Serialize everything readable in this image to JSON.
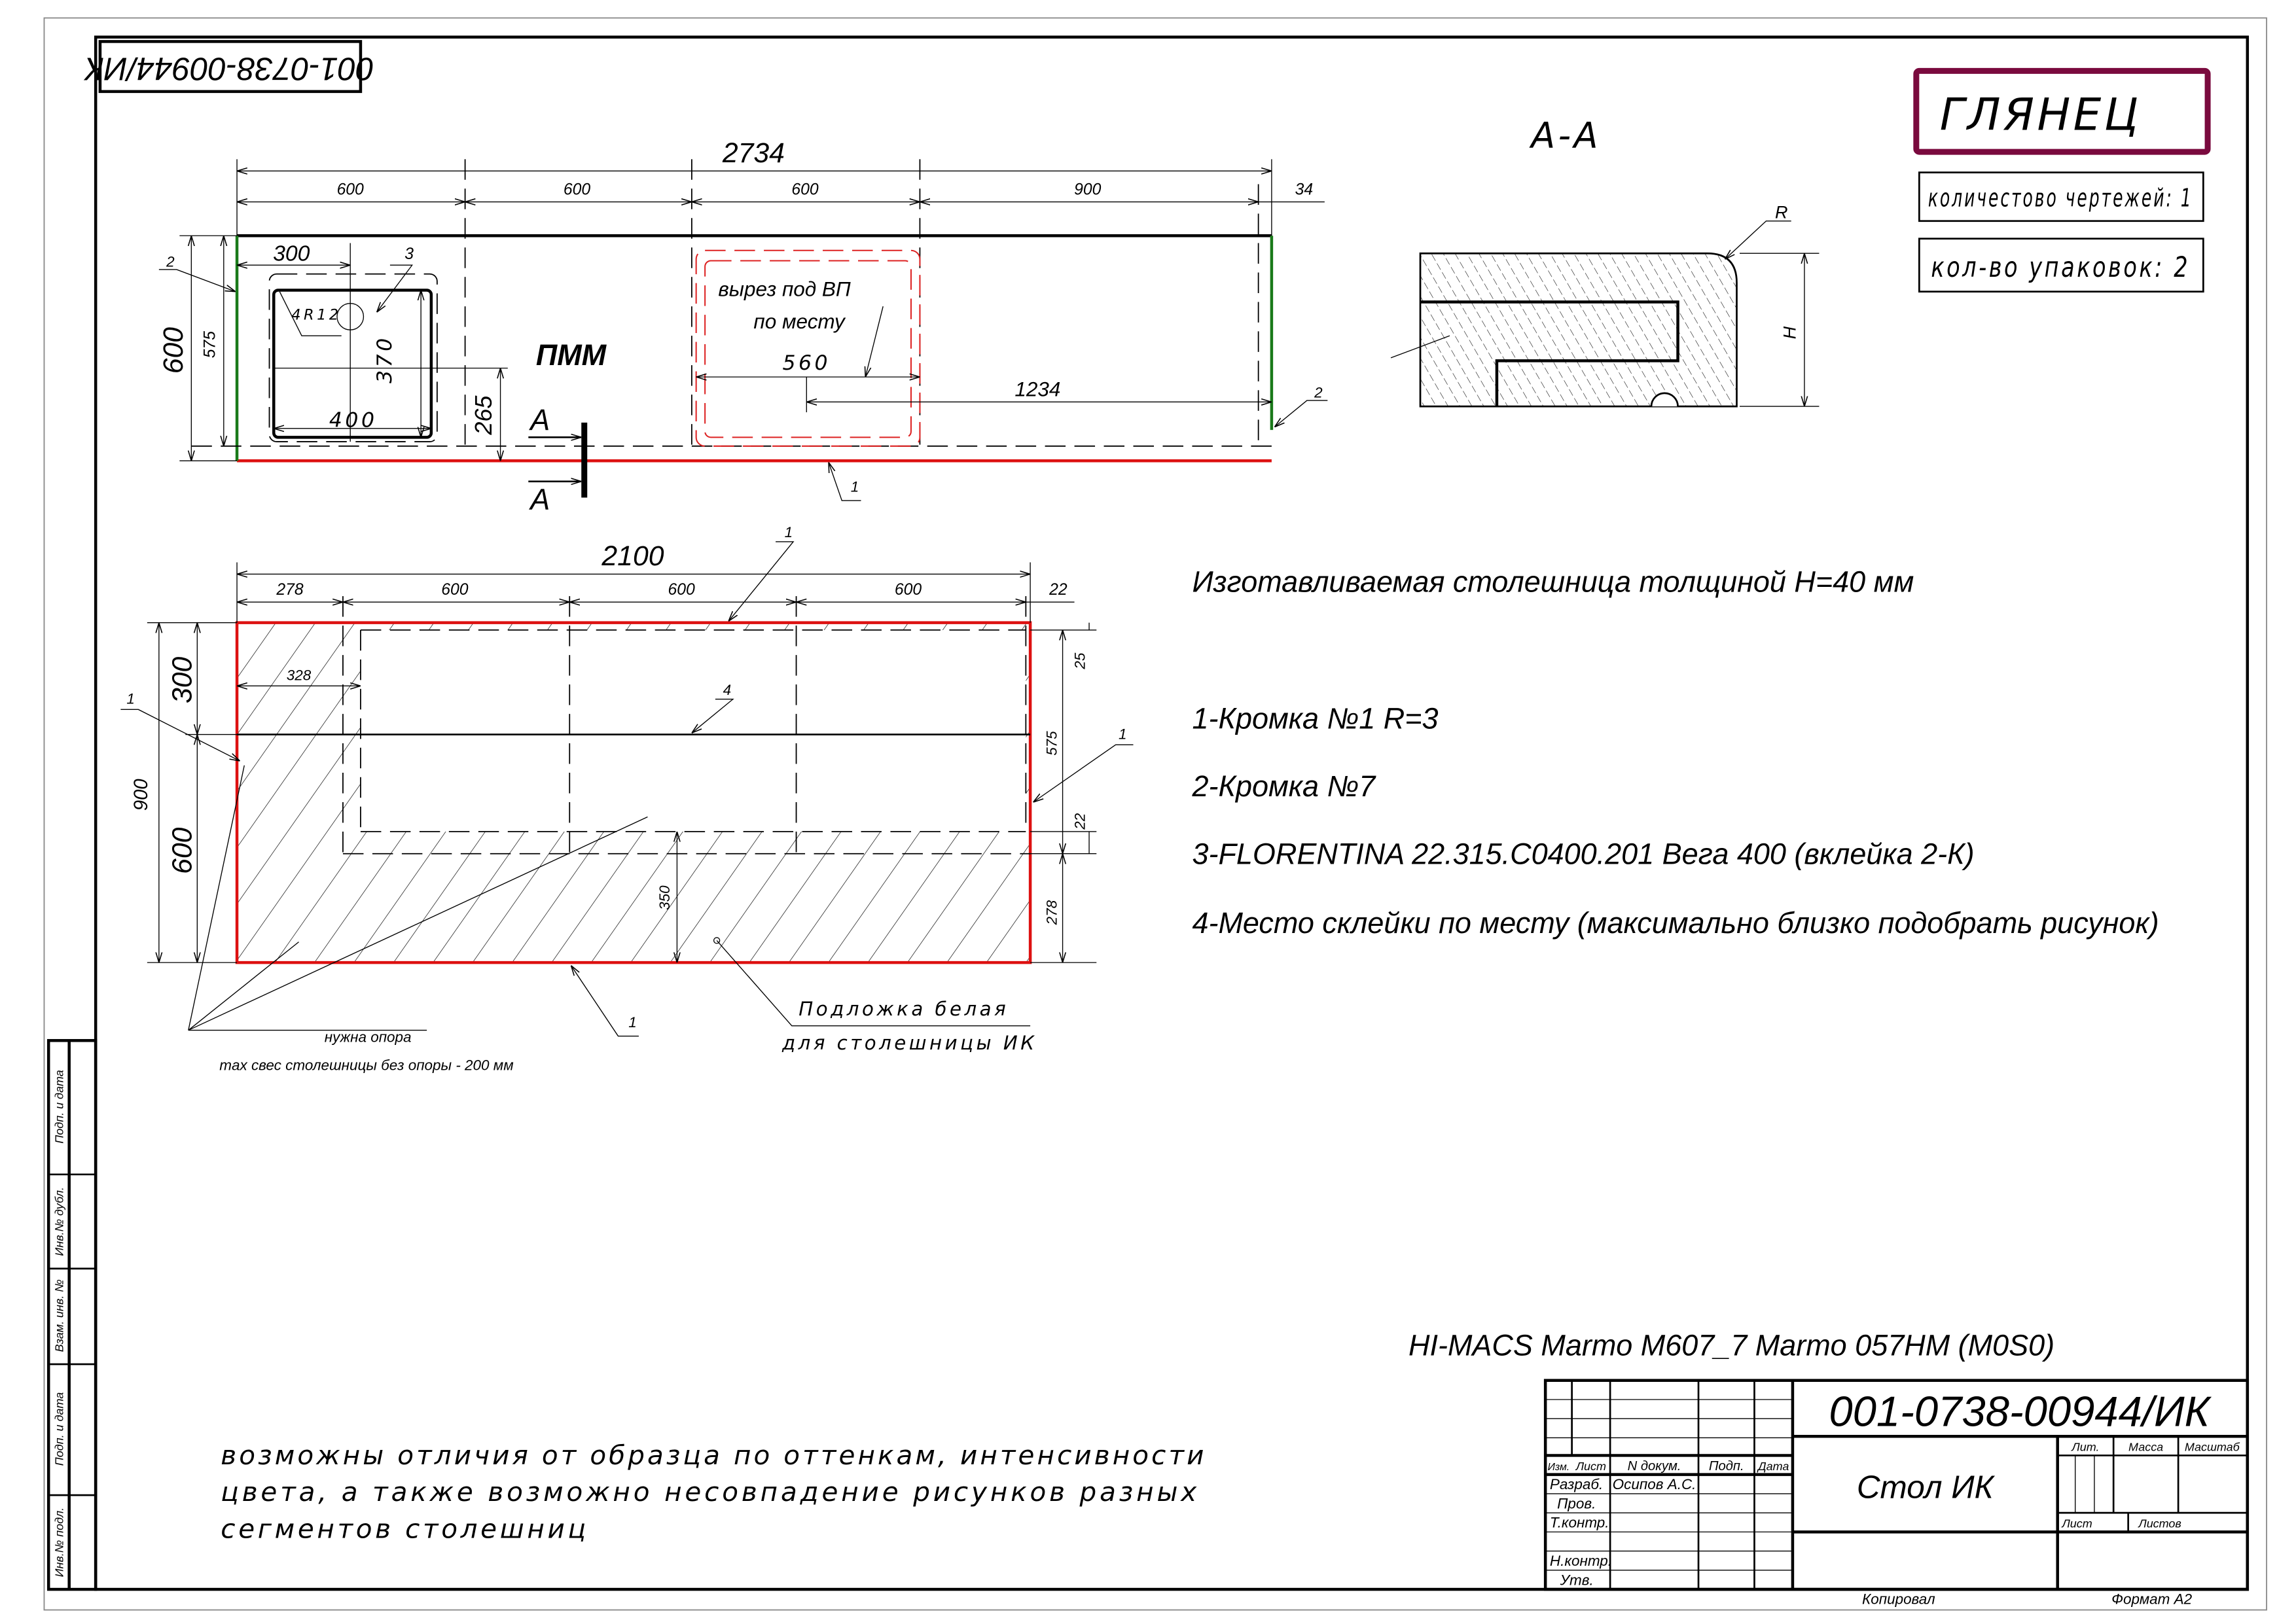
{
  "stamp_code": "001-0738-00944/ИК",
  "finish_label": "ГЛЯНЕЦ",
  "drawings_count": "количестово чертежей: 1",
  "packages_count": "кол-во упаковок: 2",
  "colors": {
    "finish_border": "#7a0a3e",
    "edge_green": "#1a7a1a",
    "edge_red": "#dd1111"
  },
  "section": {
    "label": "А-А",
    "radius": "R",
    "height": "H"
  },
  "top_plan": {
    "overall": "2734",
    "segments": [
      "600",
      "600",
      "600",
      "900",
      "34"
    ],
    "depth": "600",
    "depth_inner": "575",
    "sink_offset": "300",
    "sink_leader": "3",
    "sink_radius": "4R12",
    "sink_height": "370",
    "sink_width": "400",
    "sink_center": "265",
    "appliance": "ПММ",
    "section_mark": "А",
    "cutout_label": [
      "вырез под ВП",
      "по месту"
    ],
    "cutout_width": "560",
    "cutout_offset": "1234",
    "edge_left": "2",
    "edge_right": "2",
    "edge_front": "1"
  },
  "bottom_plan": {
    "overall": "2100",
    "segments": [
      "278",
      "600",
      "600",
      "600",
      "22"
    ],
    "inset": "328",
    "join_leader": "4",
    "depth_total": "900",
    "depth_top": "300",
    "depth_bottom": "600",
    "right_dims": [
      "25",
      "575",
      "22",
      "278"
    ],
    "inner": "350",
    "edge_top": "1",
    "edge_left": "1",
    "edge_right": "1",
    "edge_bottom": "1"
  },
  "callouts": {
    "support": "нужна опора",
    "overhang": "max свес столешницы без опоры - 200 мм",
    "backing": [
      "Подложка белая",
      "для столешницы ИК"
    ]
  },
  "notes": {
    "thickness": "Изготавливаемая столешница толщиной H=40 мм",
    "items": [
      "1-Кромка №1 R=3",
      "2-Кромка №7",
      "3-FLORENTINA 22.315.C0400.201 Вега 400 (вклейка 2-К)",
      "4-Место склейки по месту (максимально близко подобрать рисунок)"
    ]
  },
  "material": "HI-MACS Marmo M607_7 Marmo 057HM (M0S0)",
  "disclaimer": [
    "возможны отличия от образца по оттенкам, интенсивности",
    "цвета, а также возможно несовпадение рисунков разных",
    "сегментов столешниц"
  ],
  "title_block": {
    "doc_number": "001-0738-00944/ИК",
    "name": "Стол ИК",
    "headers": [
      "Изм.",
      "Лист",
      "N докум.",
      "Подп.",
      "Дата"
    ],
    "roles": [
      "Разраб.",
      "Пров.",
      "Т.контр.",
      "",
      "Н.контр.",
      "Утв."
    ],
    "developer": "Осипов А.С.",
    "lit": "Лит.",
    "mass": "Масса",
    "scale": "Масштаб",
    "sheet": "Лист",
    "sheets": "Листов",
    "copied": "Копировал",
    "format": "Формат А2"
  },
  "side_table": [
    "Подп. и дата",
    "Инв.№ дубл.",
    "Взам. инв. №",
    "Подп. и дата",
    "Инв.№ подл."
  ]
}
